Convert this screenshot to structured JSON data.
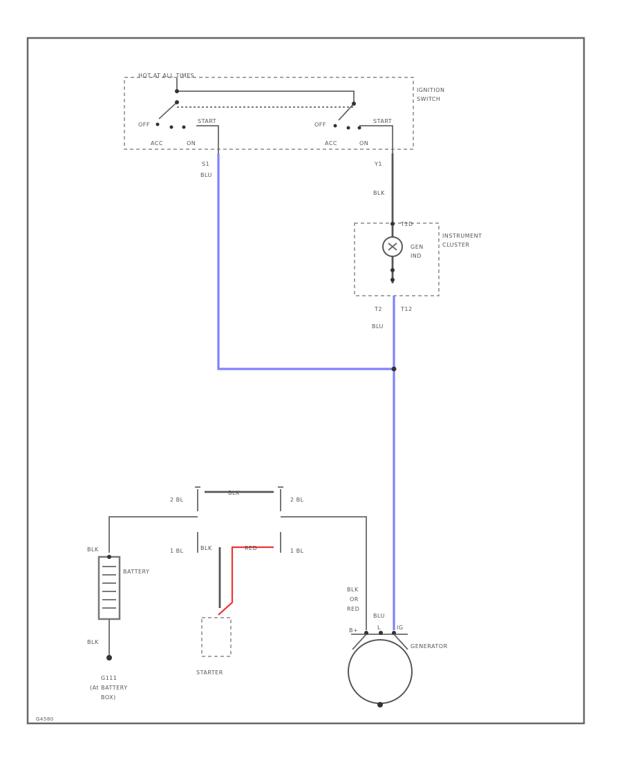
{
  "ignition_switch": {
    "header": "HOT AT ALL TIMES",
    "label_line1": "IGNITION",
    "label_line2": "SWITCH",
    "left": {
      "off": "OFF",
      "acc": "ACC",
      "on": "ON",
      "start": "START"
    },
    "right": {
      "off": "OFF",
      "acc": "ACC",
      "on": "ON",
      "start": "START"
    }
  },
  "wires": {
    "left_terminal": "S1",
    "left_color": "BLU",
    "right_terminal": "Y1",
    "right_color": "BLK",
    "cluster_out_terminal": "T2",
    "cluster_out_color": "BLU",
    "battery_top_color": "BLK",
    "battery_bottom_color": "BLK",
    "generator_left_color_line1": "BLK",
    "generator_left_color_line2": "OR",
    "generator_left_color_line3": "RED",
    "generator_right_color": "BLU",
    "starter_blk": "BLK",
    "starter_red": "RED"
  },
  "instrument_cluster": {
    "label_line1": "INSTRUMENT",
    "label_line2": "CLUSTER",
    "top_connector": "T1D",
    "bottom_connector": "T12",
    "lamp_line1": "GEN",
    "lamp_line2": "IND"
  },
  "fusible": {
    "label": "BLK",
    "left_top": "2 BL",
    "left_bottom": "1 BL",
    "right_top": "2 BL",
    "right_bottom": "1 BL"
  },
  "battery": {
    "label": "BATTERY"
  },
  "ground": {
    "line1": "G111",
    "line2": "(At BATTERY",
    "line3": "BOX)"
  },
  "starter": {
    "label": "STARTER"
  },
  "generator": {
    "label": "GENERATOR",
    "term_b": "B+",
    "term_l": "L",
    "term_ig": "IG"
  },
  "footer": {
    "code": "G4580"
  }
}
